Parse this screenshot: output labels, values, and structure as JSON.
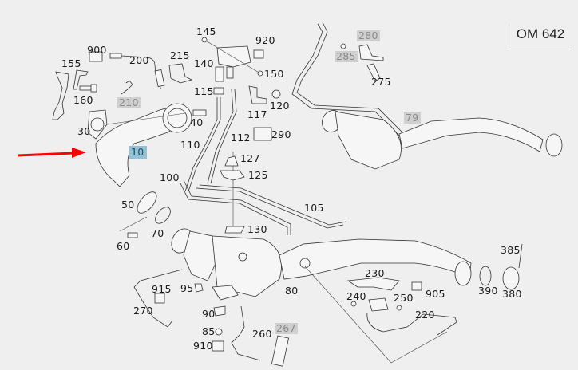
{
  "engine_code": "OM 642",
  "colors": {
    "background": "#efefef",
    "highlight_active": "#8fc2d8",
    "highlight_unavailable": "#cfcfcf",
    "arrow": "#ff0000"
  },
  "pointer_arrow": {
    "target": "10",
    "color": "#ff0000"
  },
  "parts": [
    {
      "id": "p145",
      "label": "145",
      "state": "normal"
    },
    {
      "id": "p920",
      "label": "920",
      "state": "normal"
    },
    {
      "id": "p900",
      "label": "900",
      "state": "normal"
    },
    {
      "id": "p200",
      "label": "200",
      "state": "normal"
    },
    {
      "id": "p215",
      "label": "215",
      "state": "normal"
    },
    {
      "id": "p140",
      "label": "140",
      "state": "normal"
    },
    {
      "id": "p155",
      "label": "155",
      "state": "normal"
    },
    {
      "id": "p150",
      "label": "150",
      "state": "normal"
    },
    {
      "id": "p115",
      "label": "115",
      "state": "normal"
    },
    {
      "id": "p160",
      "label": "160",
      "state": "normal"
    },
    {
      "id": "p210",
      "label": "210",
      "state": "unavailable"
    },
    {
      "id": "p120",
      "label": "120",
      "state": "normal"
    },
    {
      "id": "p117",
      "label": "117",
      "state": "normal"
    },
    {
      "id": "p40",
      "label": "40",
      "state": "normal"
    },
    {
      "id": "p30",
      "label": "30",
      "state": "normal"
    },
    {
      "id": "p290",
      "label": "290",
      "state": "normal"
    },
    {
      "id": "p112",
      "label": "112",
      "state": "normal"
    },
    {
      "id": "p110",
      "label": "110",
      "state": "normal"
    },
    {
      "id": "p10",
      "label": "10",
      "state": "selected"
    },
    {
      "id": "p127",
      "label": "127",
      "state": "normal"
    },
    {
      "id": "p125",
      "label": "125",
      "state": "normal"
    },
    {
      "id": "p100",
      "label": "100",
      "state": "normal"
    },
    {
      "id": "p280",
      "label": "280",
      "state": "unavailable"
    },
    {
      "id": "p285",
      "label": "285",
      "state": "unavailable"
    },
    {
      "id": "p275",
      "label": "275",
      "state": "normal"
    },
    {
      "id": "p79",
      "label": "79",
      "state": "unavailable"
    },
    {
      "id": "p50",
      "label": "50",
      "state": "normal"
    },
    {
      "id": "p105",
      "label": "105",
      "state": "normal"
    },
    {
      "id": "p70",
      "label": "70",
      "state": "normal"
    },
    {
      "id": "p130",
      "label": "130",
      "state": "normal"
    },
    {
      "id": "p60",
      "label": "60",
      "state": "normal"
    },
    {
      "id": "p385",
      "label": "385",
      "state": "normal"
    },
    {
      "id": "p230",
      "label": "230",
      "state": "normal"
    },
    {
      "id": "p915",
      "label": "915",
      "state": "normal"
    },
    {
      "id": "p95",
      "label": "95",
      "state": "normal"
    },
    {
      "id": "p80",
      "label": "80",
      "state": "normal"
    },
    {
      "id": "p390",
      "label": "390",
      "state": "normal"
    },
    {
      "id": "p380",
      "label": "380",
      "state": "normal"
    },
    {
      "id": "p240",
      "label": "240",
      "state": "normal"
    },
    {
      "id": "p250",
      "label": "250",
      "state": "normal"
    },
    {
      "id": "p905",
      "label": "905",
      "state": "normal"
    },
    {
      "id": "p270",
      "label": "270",
      "state": "normal"
    },
    {
      "id": "p90",
      "label": "90",
      "state": "normal"
    },
    {
      "id": "p220",
      "label": "220",
      "state": "normal"
    },
    {
      "id": "p85",
      "label": "85",
      "state": "normal"
    },
    {
      "id": "p260",
      "label": "260",
      "state": "normal"
    },
    {
      "id": "p267",
      "label": "267",
      "state": "unavailable"
    },
    {
      "id": "p910",
      "label": "910",
      "state": "normal"
    }
  ]
}
